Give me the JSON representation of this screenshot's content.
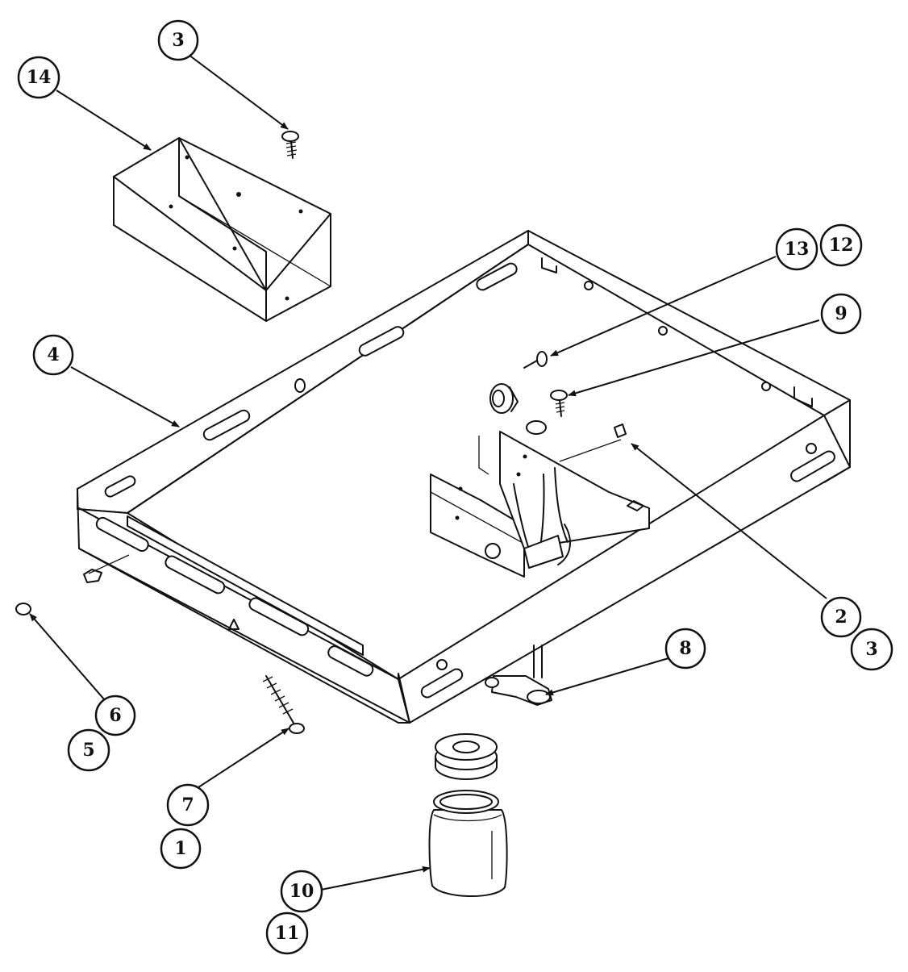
{
  "callouts": [
    {
      "id": "c3a",
      "num": "3"
    },
    {
      "id": "c14",
      "num": "14"
    },
    {
      "id": "c13",
      "num": "13"
    },
    {
      "id": "c12",
      "num": "12"
    },
    {
      "id": "c9",
      "num": "9"
    },
    {
      "id": "c4",
      "num": "4"
    },
    {
      "id": "c2",
      "num": "2"
    },
    {
      "id": "c3b",
      "num": "3"
    },
    {
      "id": "c8",
      "num": "8"
    },
    {
      "id": "c6",
      "num": "6"
    },
    {
      "id": "c5",
      "num": "5"
    },
    {
      "id": "c7",
      "num": "7"
    },
    {
      "id": "c1",
      "num": "1"
    },
    {
      "id": "c10",
      "num": "10"
    },
    {
      "id": "c11",
      "num": "11"
    }
  ],
  "parts": [
    "screw",
    "junction-box",
    "base-pan",
    "wire-harness",
    "thermostat",
    "grommet",
    "leveling-screw",
    "drain-valve",
    "jar",
    "jar-lid"
  ]
}
